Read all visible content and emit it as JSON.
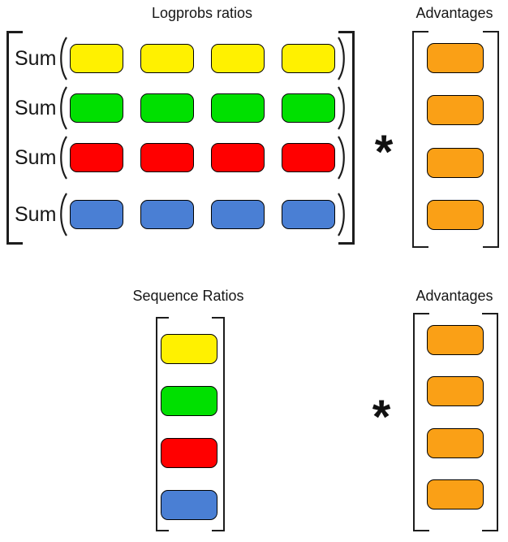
{
  "colors": {
    "yellow": "#FFF100",
    "green": "#00E000",
    "red": "#FF0000",
    "blue": "#4A7FD4",
    "orange": "#FAA016",
    "outline": "#000000"
  },
  "top": {
    "matrix_title": "Logprobs ratios",
    "advantages_title": "Advantages",
    "operator": "*",
    "rows": [
      {
        "label": "Sum",
        "color": "yellow",
        "count": 4
      },
      {
        "label": "Sum",
        "color": "green",
        "count": 4
      },
      {
        "label": "Sum",
        "color": "red",
        "count": 4
      },
      {
        "label": "Sum",
        "color": "blue",
        "count": 4
      }
    ],
    "advantages": {
      "color": "orange",
      "count": 4
    }
  },
  "bottom": {
    "vector_title": "Sequence Ratios",
    "advantages_title": "Advantages",
    "operator": "*",
    "vector": [
      "yellow",
      "green",
      "red",
      "blue"
    ],
    "advantages": {
      "color": "orange",
      "count": 4
    }
  }
}
